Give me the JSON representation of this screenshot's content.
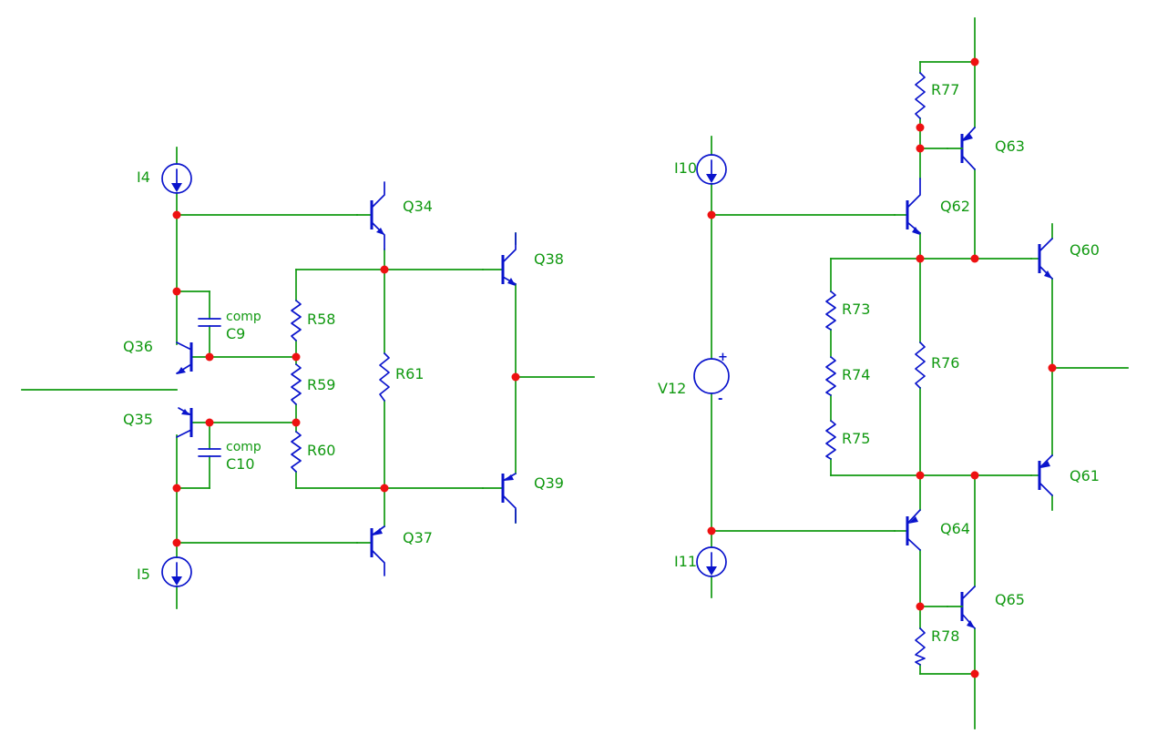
{
  "colors": {
    "wire": "#119911",
    "device": "#0a14cc",
    "node": "#ee1111",
    "label": "#119911"
  },
  "labels": {
    "I4": "I4",
    "I5": "I5",
    "I10": "I10",
    "I11": "I11",
    "V12": "V12",
    "Q34": "Q34",
    "Q35": "Q35",
    "Q36": "Q36",
    "Q37": "Q37",
    "Q38": "Q38",
    "Q39": "Q39",
    "Q60": "Q60",
    "Q61": "Q61",
    "Q62": "Q62",
    "Q63": "Q63",
    "Q64": "Q64",
    "Q65": "Q65",
    "R58": "R58",
    "R59": "R59",
    "R60": "R60",
    "R61": "R61",
    "R73": "R73",
    "R74": "R74",
    "R75": "R75",
    "R76": "R76",
    "R77": "R77",
    "R78": "R78",
    "C9": "C9",
    "C10": "C10",
    "C9_note": "comp",
    "C10_note": "comp",
    "V12_plus": "+",
    "V12_minus": "-"
  }
}
